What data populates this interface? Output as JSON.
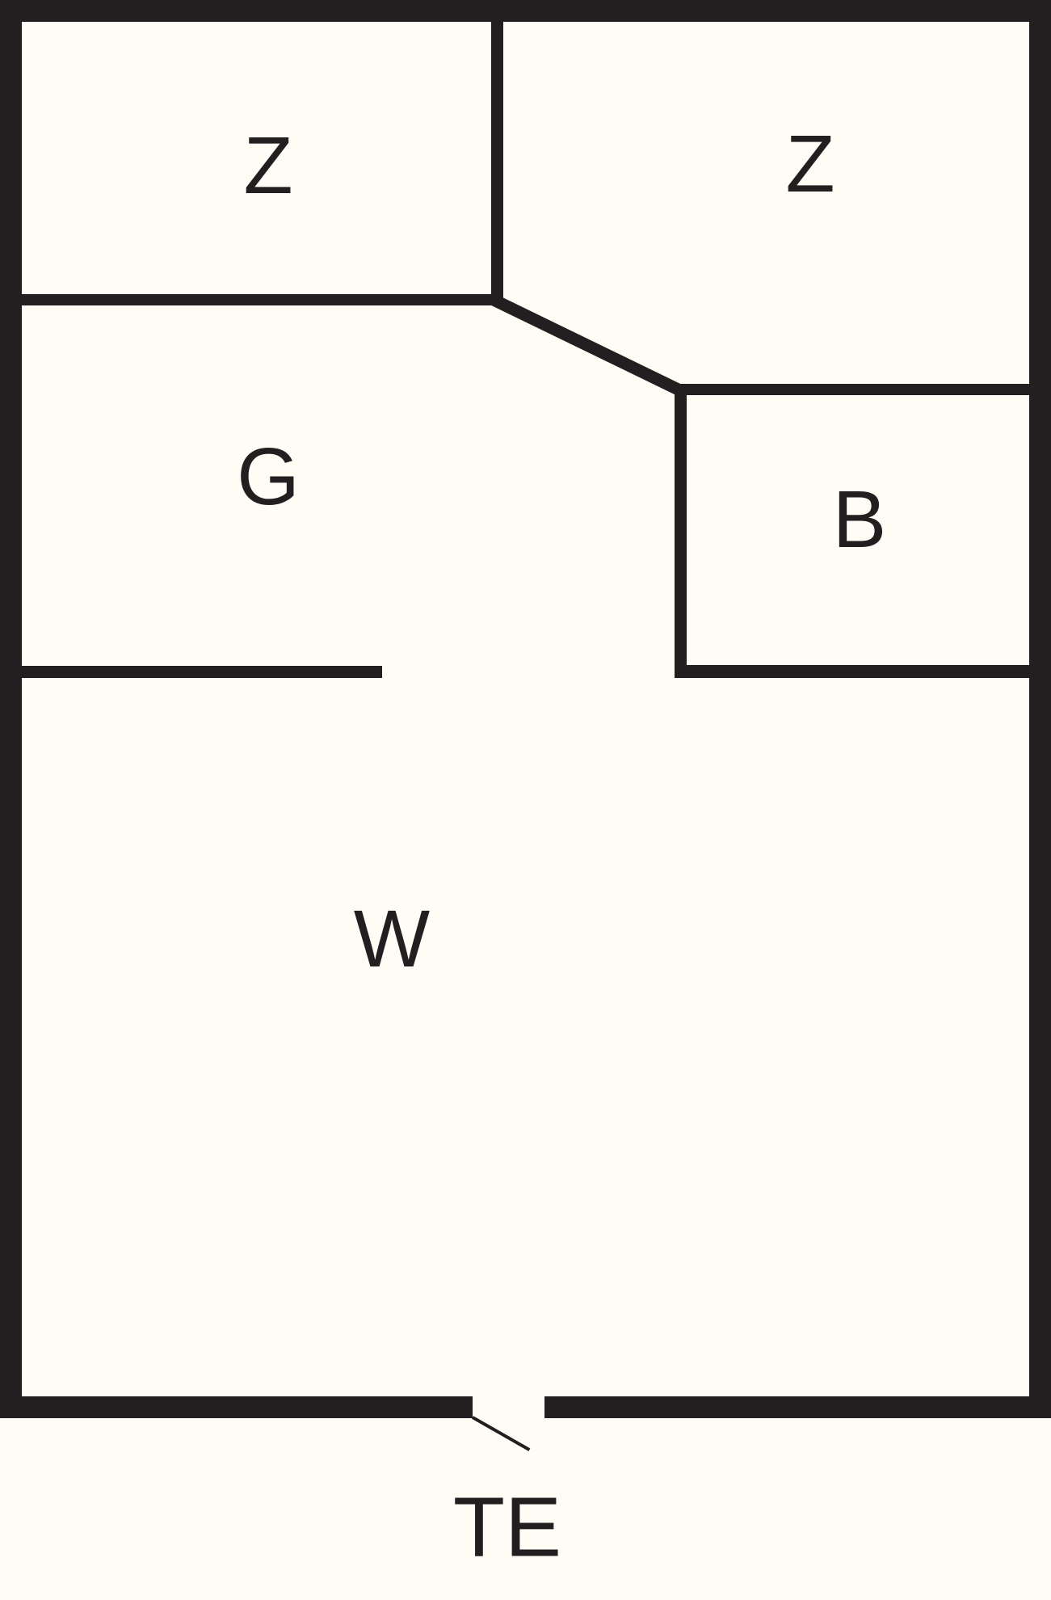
{
  "floorplan": {
    "background_color": "#FDFDF6",
    "wall_color": "#231F20",
    "room_labels": {
      "top_left": "Z",
      "top_right": "Z",
      "mid_left": "G",
      "mid_right": "B",
      "bottom": "W"
    },
    "entrance_label": "TE"
  }
}
